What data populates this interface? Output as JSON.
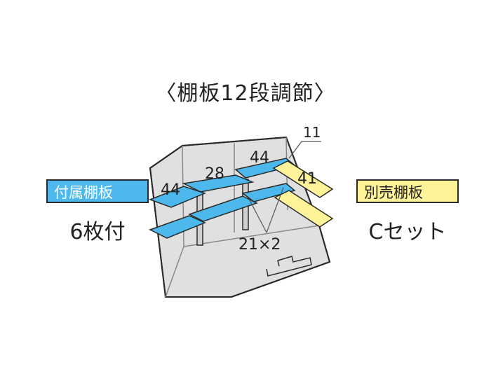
{
  "title": "〈棚板12段調節〉",
  "included": {
    "badge": "付属棚板",
    "count": "6枚付"
  },
  "optional": {
    "badge": "別売棚板",
    "set": "Cセット"
  },
  "dimensions": {
    "shelf_left_top": "44",
    "shelf_mid_top": "28",
    "shelf_right_top": "44",
    "corner_shelf": "41",
    "depth": "11",
    "lower": "21×2"
  },
  "colors": {
    "included": "#4cb8ec",
    "optional": "#fff39a",
    "interior": "#dedede",
    "outline": "#2a2a2a"
  }
}
